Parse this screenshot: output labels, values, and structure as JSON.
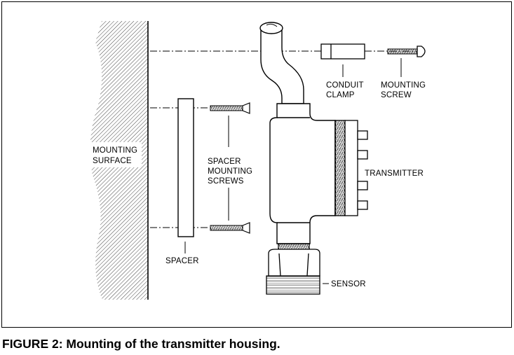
{
  "labels": {
    "mounting_surface": [
      "MOUNTING",
      "SURFACE"
    ],
    "spacer": "SPACER",
    "spacer_mounting_screws": [
      "SPACER",
      "MOUNTING",
      "SCREWS"
    ],
    "conduit_clamp": [
      "CONDUIT",
      "CLAMP"
    ],
    "mounting_screw": [
      "MOUNTING",
      "SCREW"
    ],
    "transmitter": "TRANSMITTER",
    "sensor": "SENSOR"
  },
  "caption": "FIGURE 2:  Mounting of the transmitter housing."
}
